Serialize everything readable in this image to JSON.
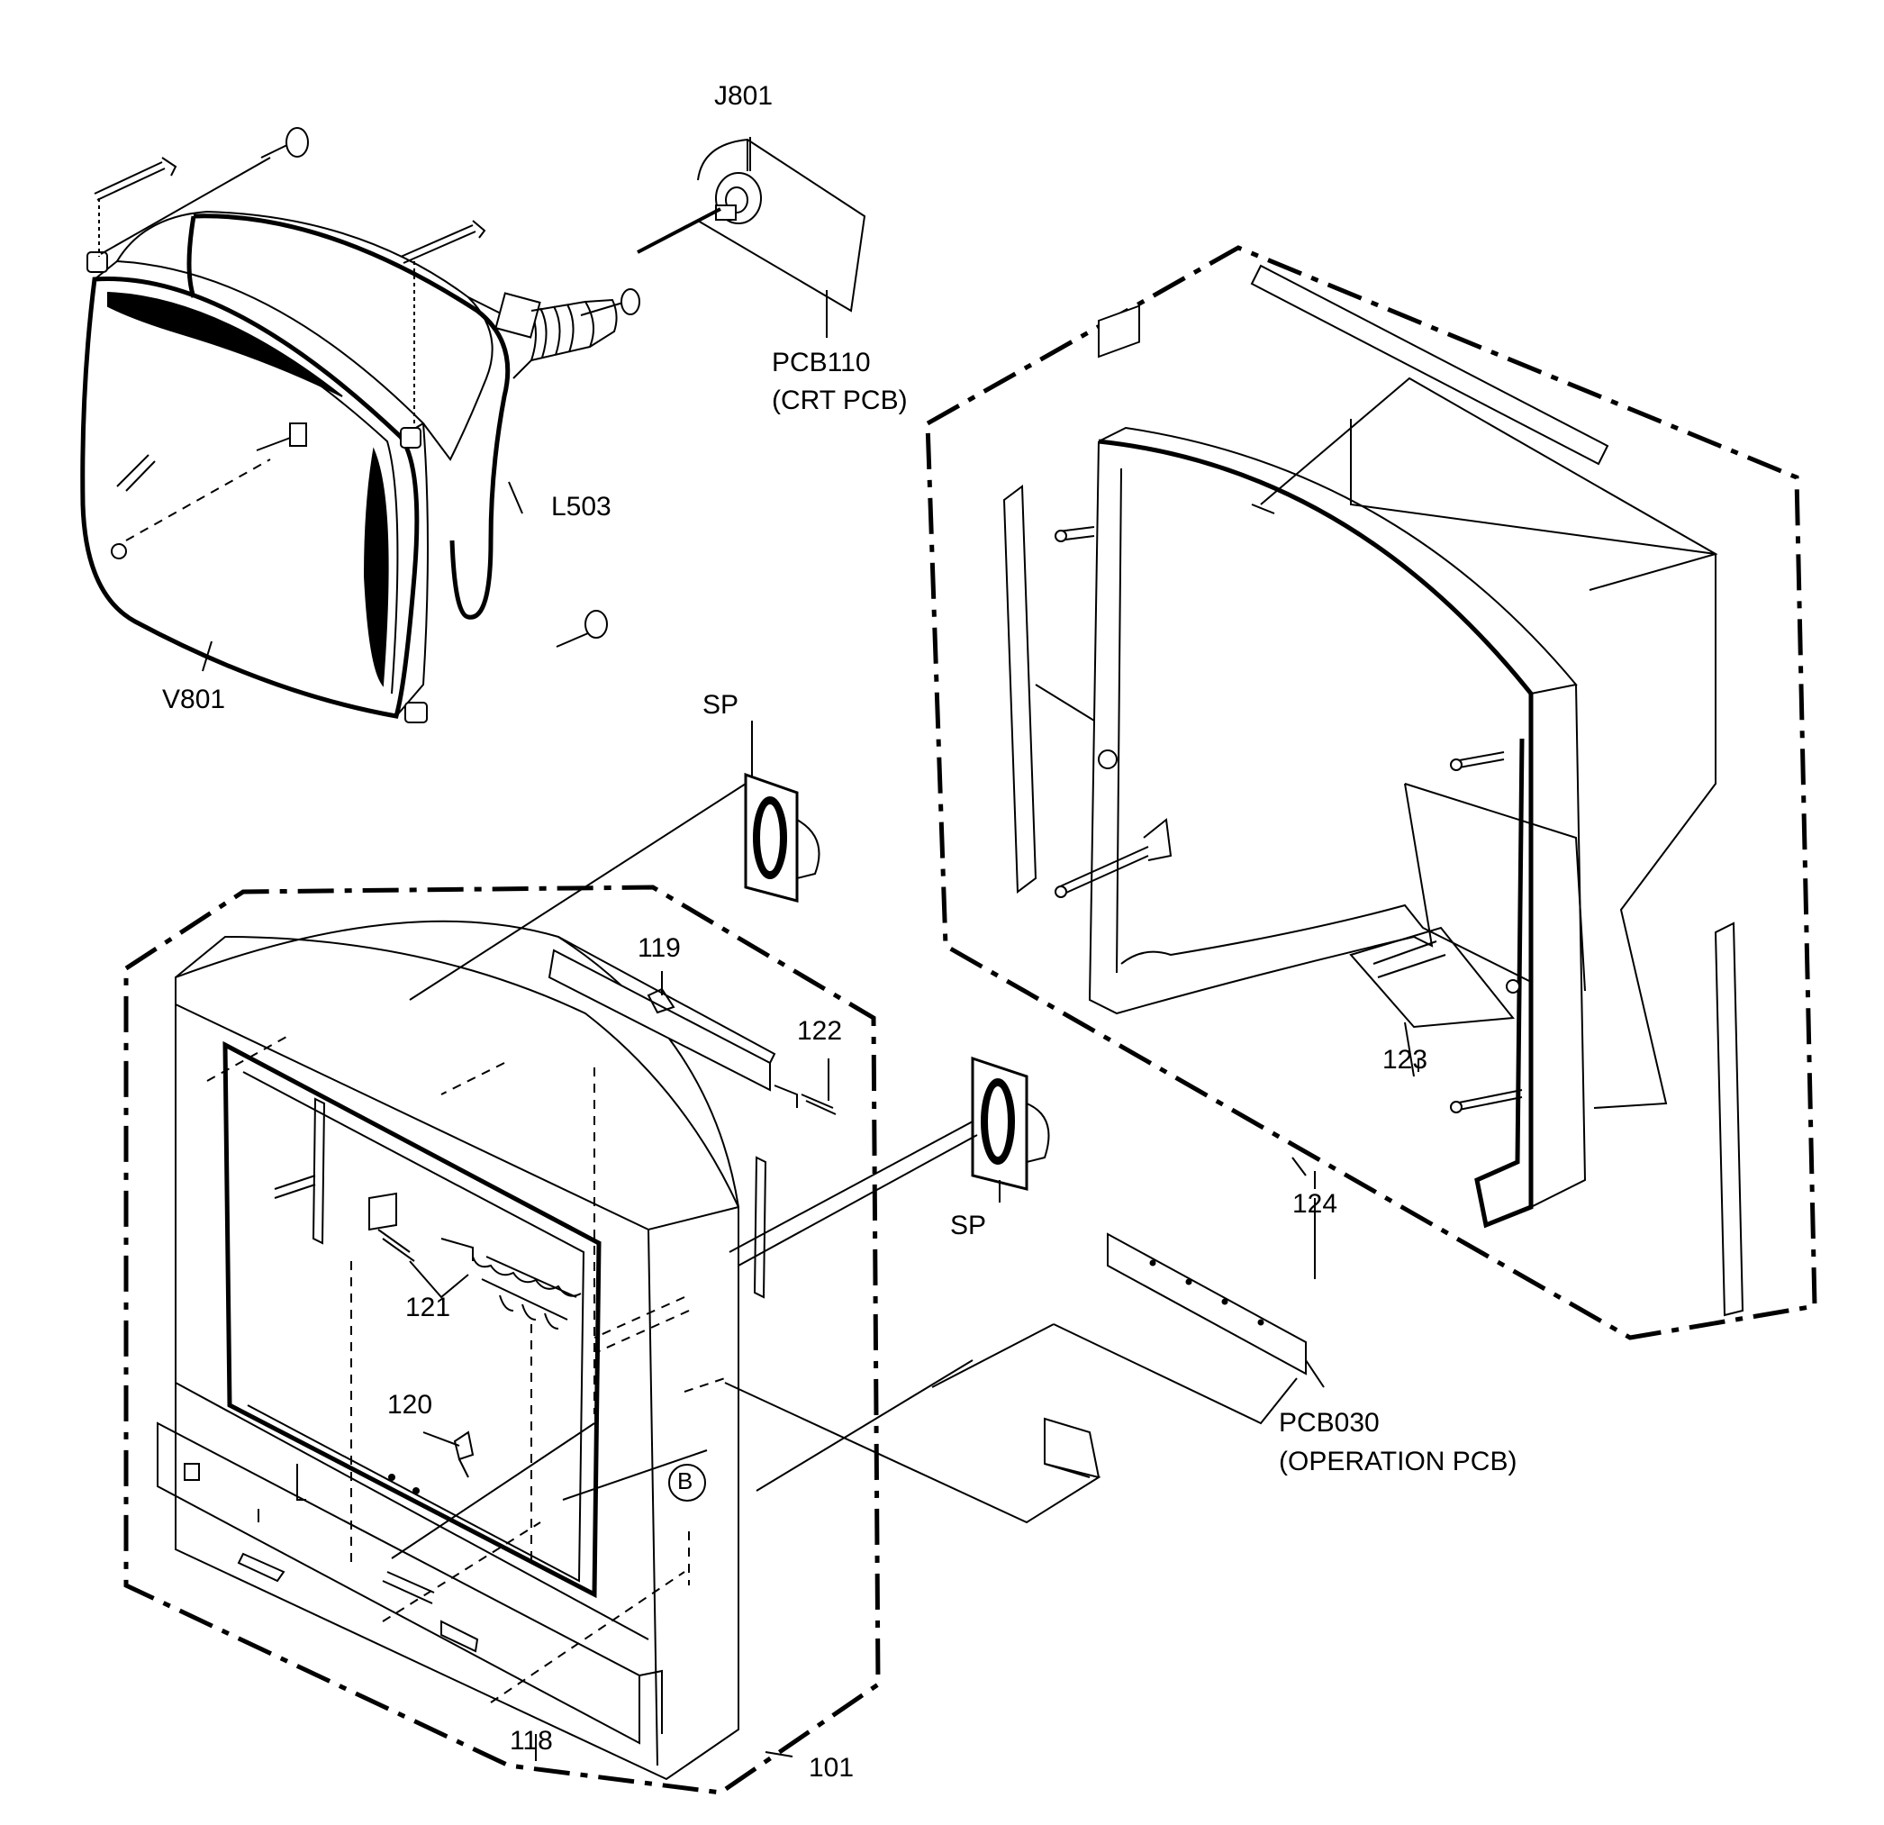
{
  "labels": {
    "j801": "J801",
    "pcb110": "PCB110",
    "crt_pcb": "(CRT PCB)",
    "l503": "L503",
    "v801": "V801",
    "sp_top": "SP",
    "sp_right": "SP",
    "p119": "119",
    "p122": "122",
    "p121": "121",
    "p120": "120",
    "p123": "123",
    "p124": "124",
    "b_mark": "B",
    "pcb030": "PCB030",
    "operation_pcb": "(OPERATION PCB)",
    "p118": "118",
    "p101": "101"
  }
}
